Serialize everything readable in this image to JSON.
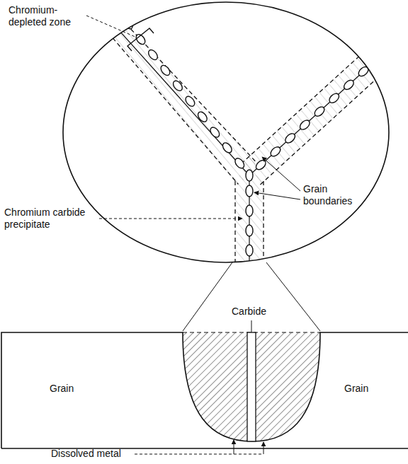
{
  "diagram": {
    "labels": [
      "Chromium-depleted zone",
      "Grain boundaries",
      "Chromium carbide precipitate",
      "Carbide",
      "Grain",
      "Grain",
      "Dissolved metal"
    ]
  }
}
